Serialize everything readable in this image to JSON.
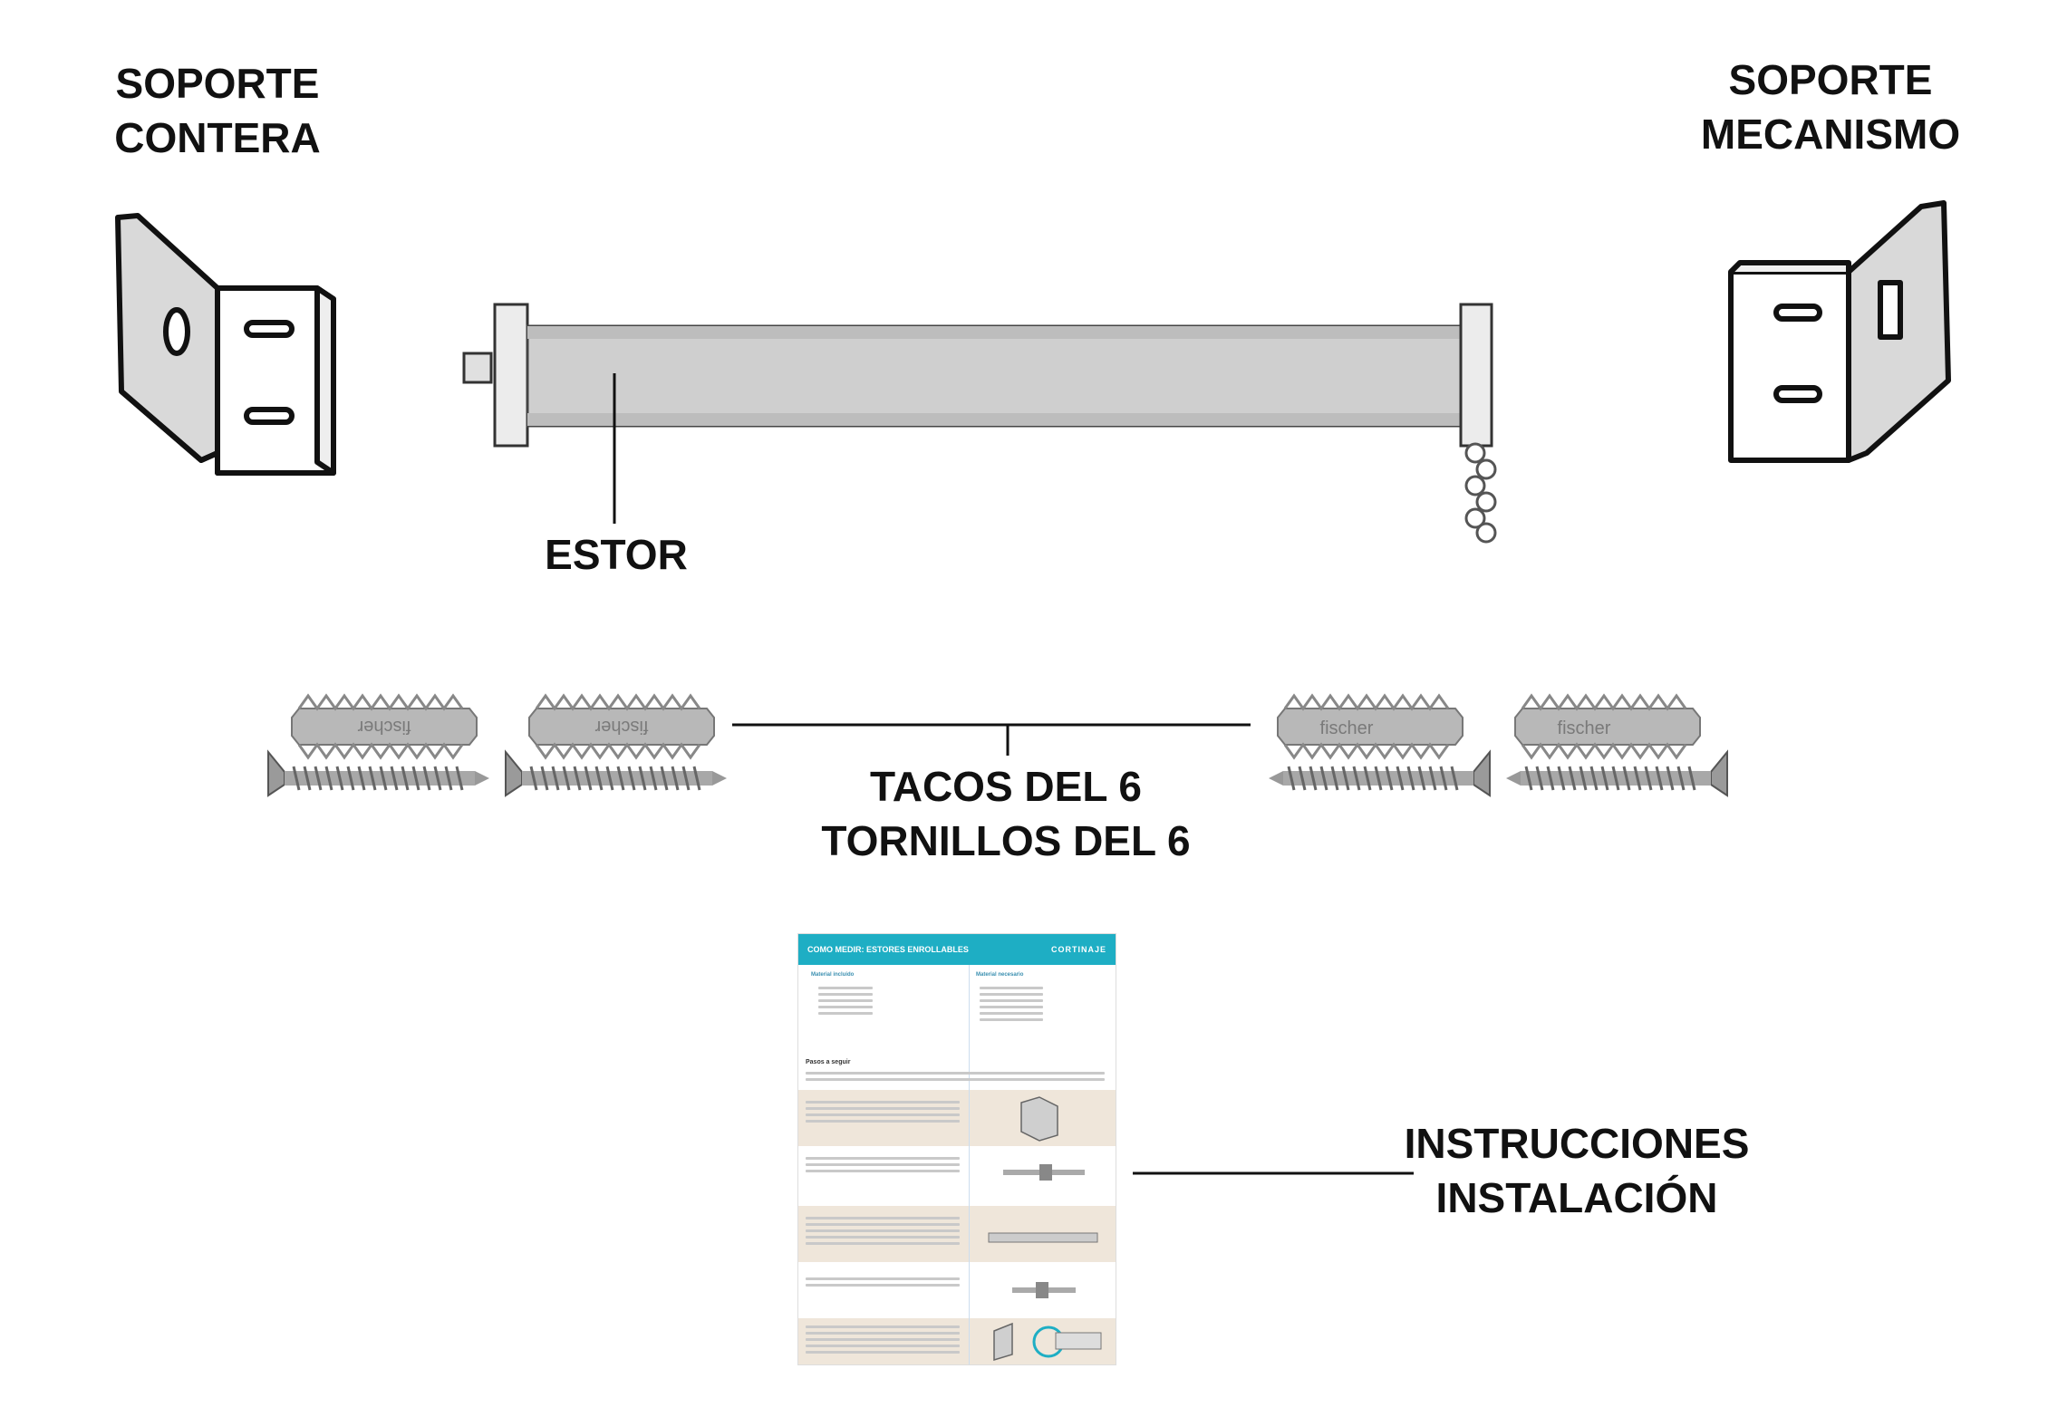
{
  "labels": {
    "soporte_contera": [
      "SOPORTE",
      "CONTERA"
    ],
    "soporte_mecanismo": [
      "SOPORTE",
      "MECANISMO"
    ],
    "estor": "ESTOR",
    "tacos": [
      "TACOS DEL 6",
      "TORNILLOS DEL 6"
    ],
    "instrucciones": [
      "INSTRUCCIONES",
      "INSTALACIÓN"
    ]
  },
  "plug_brand": "fischer",
  "document": {
    "title": "COMO MEDIR: ESTORES ENROLLABLES",
    "brand": "CORTINAJE",
    "col_left": "Material incluido",
    "col_right": "Material necesario",
    "subheading": "Pasos a seguir"
  },
  "colors": {
    "ink": "#111111",
    "bracket_face": "#d9d9d9",
    "tube": "#cfcfcf",
    "plug": "#b8b8b8",
    "screw": "#9a9a9a",
    "doc_header": "#1eaec4",
    "doc_band": "#efe6da"
  }
}
